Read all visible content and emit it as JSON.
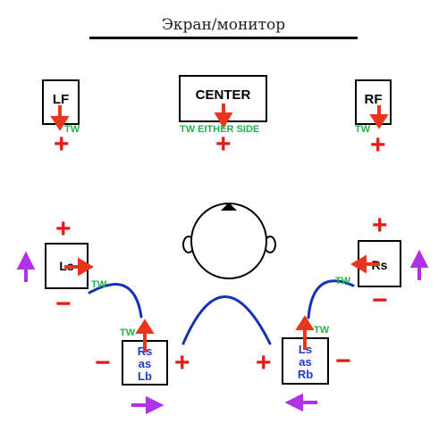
{
  "title": "Экран/монитор",
  "speakers": {
    "lf": "LF",
    "center": "CENTER",
    "rf": "RF",
    "ls": "Ls",
    "rs": "Rs",
    "rear_left": [
      "Rs",
      "as",
      "Lb"
    ],
    "rear_right": [
      "Ls",
      "as",
      "Rb"
    ]
  },
  "tw_label": "TW",
  "tw_either_side": "TW EITHER SIDE",
  "plus_sign": "+",
  "minus_sign": "−",
  "colors": {
    "arrow_red": "#e8351c",
    "sign_red": "#e21b1b",
    "tw_green": "#22b14c",
    "wire_blue": "#1432b4",
    "move_purple": "#b130e8",
    "rear_text_blue": "#1a3cc8"
  }
}
